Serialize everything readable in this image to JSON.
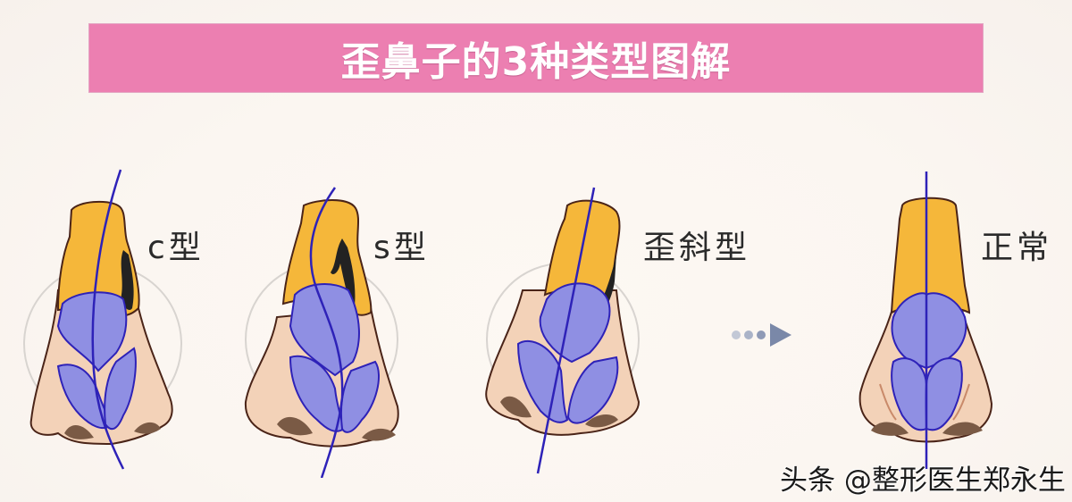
{
  "banner": {
    "title": "歪鼻子的3种类型图解",
    "background": "#ec7fb1"
  },
  "diagrams": [
    {
      "id": "c-type",
      "label": "c型",
      "axis": "curved C"
    },
    {
      "id": "s-type",
      "label": "s型",
      "axis": "curved S"
    },
    {
      "id": "oblique-type",
      "label": "歪斜型",
      "axis": "tilted straight"
    },
    {
      "id": "normal",
      "label": "正常",
      "axis": "vertical straight"
    }
  ],
  "arrow": {
    "icon": "arrow-right-icon",
    "dots": 3
  },
  "colors": {
    "bone": "#f5b73a",
    "cartilage": "#8f8fe3",
    "skin": "#f3d2b8",
    "outline": "#4a2418",
    "axis_line": "#2e22b8",
    "nostril": "#7a5a45",
    "circle": "#d8d4d0"
  },
  "watermark": "头条 @整形医生郑永生"
}
